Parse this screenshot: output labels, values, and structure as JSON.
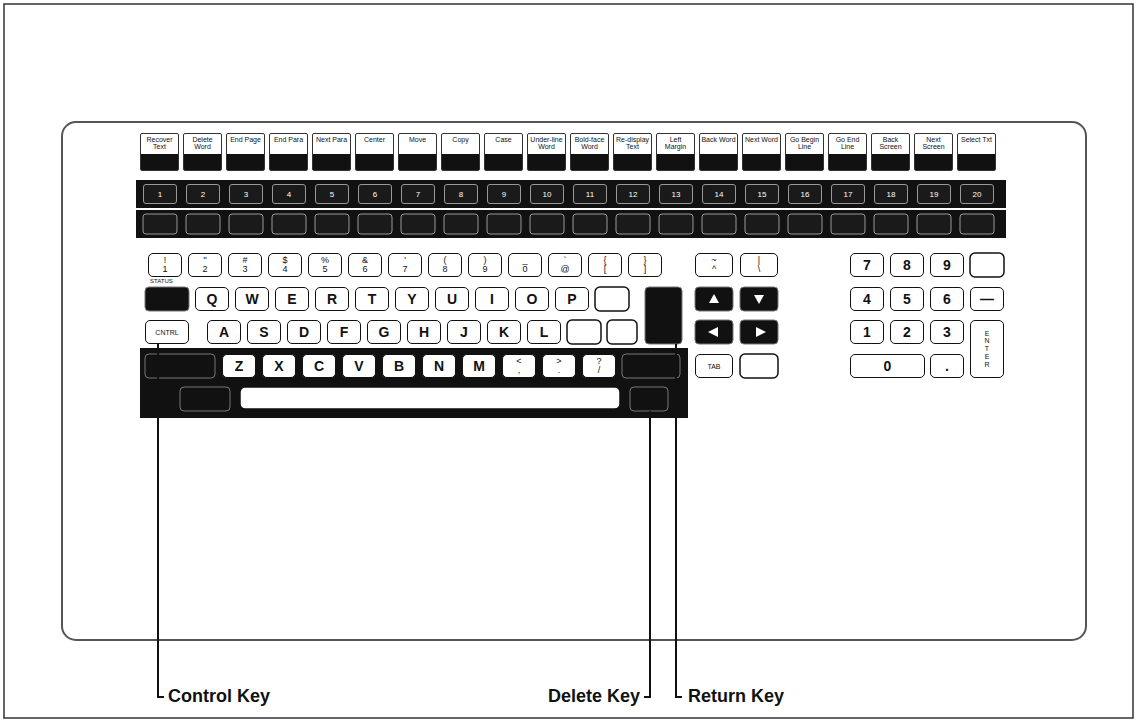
{
  "diagram": {
    "nodes": [
      {
        "text": [
          "Recover Text"
        ]
      },
      {
        "text": [
          "Delete Word"
        ]
      },
      {
        "text": [
          "End Page"
        ]
      },
      {
        "text": [
          "End Para"
        ]
      },
      {
        "text": [
          "Next Para"
        ]
      },
      {
        "text": [
          "Center"
        ]
      },
      {
        "text": [
          "Move"
        ]
      },
      {
        "text": [
          "Copy"
        ]
      },
      {
        "text": [
          "Case"
        ]
      },
      {
        "text": [
          "Under-line Word"
        ]
      },
      {
        "text": [
          "Bold-face Word"
        ]
      },
      {
        "text": [
          "Re-display Text"
        ]
      },
      {
        "text": [
          "Left Margin"
        ]
      },
      {
        "text": [
          "Back Word"
        ]
      },
      {
        "text": [
          "Next Word"
        ]
      },
      {
        "text": [
          "Go Begin Line"
        ]
      },
      {
        "text": [
          "Go End Line"
        ]
      },
      {
        "text": [
          "Back Screen"
        ]
      },
      {
        "text": [
          "Next Screen"
        ]
      },
      {
        "text": [
          "Select Txt"
        ]
      },
      {
        "text": [
          "1"
        ]
      },
      {
        "text": [
          "2"
        ]
      },
      {
        "text": [
          "3"
        ]
      },
      {
        "text": [
          "4"
        ]
      },
      {
        "text": [
          "5"
        ]
      },
      {
        "text": [
          "6"
        ]
      },
      {
        "text": [
          "7"
        ]
      },
      {
        "text": [
          "8"
        ]
      },
      {
        "text": [
          "9"
        ]
      },
      {
        "text": [
          "10"
        ]
      },
      {
        "text": [
          "11"
        ]
      },
      {
        "text": [
          "12"
        ]
      },
      {
        "text": [
          "13"
        ]
      },
      {
        "text": [
          "14"
        ]
      },
      {
        "text": [
          "15"
        ]
      },
      {
        "text": [
          "16"
        ]
      },
      {
        "text": [
          "17"
        ]
      },
      {
        "text": [
          "18"
        ]
      },
      {
        "text": [
          "19"
        ]
      },
      {
        "text": [
          "20"
        ]
      },
      {
        "text": [
          "!",
          "1"
        ]
      },
      {
        "text": [
          "\"",
          "2"
        ]
      },
      {
        "text": [
          "#",
          "3"
        ]
      },
      {
        "text": [
          "$",
          "4"
        ]
      },
      {
        "text": [
          "%",
          "5"
        ]
      },
      {
        "text": [
          "&",
          "6"
        ]
      },
      {
        "text": [
          "'",
          "7"
        ]
      },
      {
        "text": [
          "(",
          "8"
        ]
      },
      {
        "text": [
          ")",
          "9"
        ]
      },
      {
        "text": [
          "_",
          "0"
        ]
      },
      {
        "text": [
          "`",
          "@"
        ]
      },
      {
        "text": [
          "{",
          "["
        ]
      },
      {
        "text": [
          "}",
          "]"
        ]
      },
      {
        "text": [
          "~",
          "^"
        ]
      },
      {
        "text": [
          "|",
          "\\"
        ]
      },
      {
        "text": [
          "Q"
        ]
      },
      {
        "text": [
          "W"
        ]
      },
      {
        "text": [
          "E"
        ]
      },
      {
        "text": [
          "R"
        ]
      },
      {
        "text": [
          "T"
        ]
      },
      {
        "text": [
          "Y"
        ]
      },
      {
        "text": [
          "U"
        ]
      },
      {
        "text": [
          "I"
        ]
      },
      {
        "text": [
          "O"
        ]
      },
      {
        "text": [
          "P"
        ]
      },
      {
        "text": [
          "CNTRL"
        ]
      },
      {
        "text": [
          "A"
        ]
      },
      {
        "text": [
          "S"
        ]
      },
      {
        "text": [
          "D"
        ]
      },
      {
        "text": [
          "F"
        ]
      },
      {
        "text": [
          "G"
        ]
      },
      {
        "text": [
          "H"
        ]
      },
      {
        "text": [
          "J"
        ]
      },
      {
        "text": [
          "K"
        ]
      },
      {
        "text": [
          "L"
        ]
      },
      {
        "text": [
          "Z"
        ]
      },
      {
        "text": [
          "X"
        ]
      },
      {
        "text": [
          "C"
        ]
      },
      {
        "text": [
          "V"
        ]
      },
      {
        "text": [
          "B"
        ]
      },
      {
        "text": [
          "N"
        ]
      },
      {
        "text": [
          "M"
        ]
      },
      {
        "text": [
          "<",
          ","
        ]
      },
      {
        "text": [
          ">",
          "."
        ]
      },
      {
        "text": [
          "?",
          "/"
        ]
      },
      {
        "text": [
          "TAB"
        ]
      },
      {
        "text": [
          "7"
        ]
      },
      {
        "text": [
          "8"
        ]
      },
      {
        "text": [
          "9"
        ]
      },
      {
        "text": [
          "4"
        ]
      },
      {
        "text": [
          "5"
        ]
      },
      {
        "text": [
          "6"
        ]
      },
      {
        "text": [
          "—"
        ]
      },
      {
        "text": [
          "1"
        ]
      },
      {
        "text": [
          "2"
        ]
      },
      {
        "text": [
          "3"
        ]
      },
      {
        "text": [
          "ENTER"
        ]
      },
      {
        "text": [
          "0"
        ]
      },
      {
        "text": [
          "."
        ]
      }
    ],
    "labels": [
      "STATUS",
      "Control Key",
      "Delete Key",
      "Return Key"
    ]
  }
}
